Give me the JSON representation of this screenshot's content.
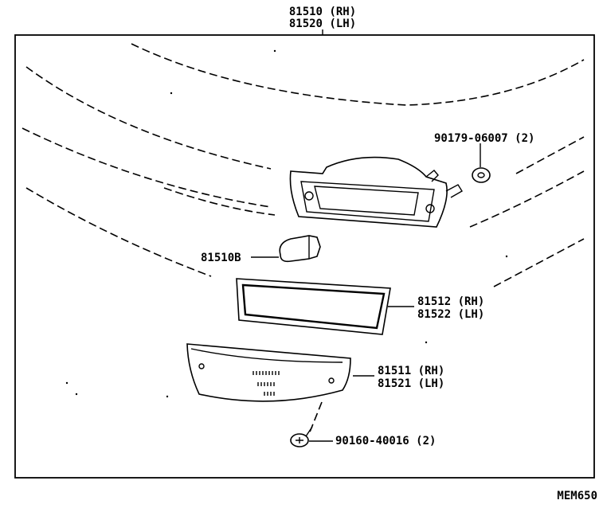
{
  "header": {
    "line1": "81510 (RH)",
    "line2": "81520 (LH)"
  },
  "callouts": {
    "nut": "90179-06007 (2)",
    "bulb": "81510B",
    "lens_rh": "81512 (RH)",
    "lens_lh": "81522 (LH)",
    "cover_rh": "81511 (RH)",
    "cover_lh": "81521 (LH)",
    "screw": "90160-40016 (2)"
  },
  "footer": {
    "code": "MEM650"
  }
}
